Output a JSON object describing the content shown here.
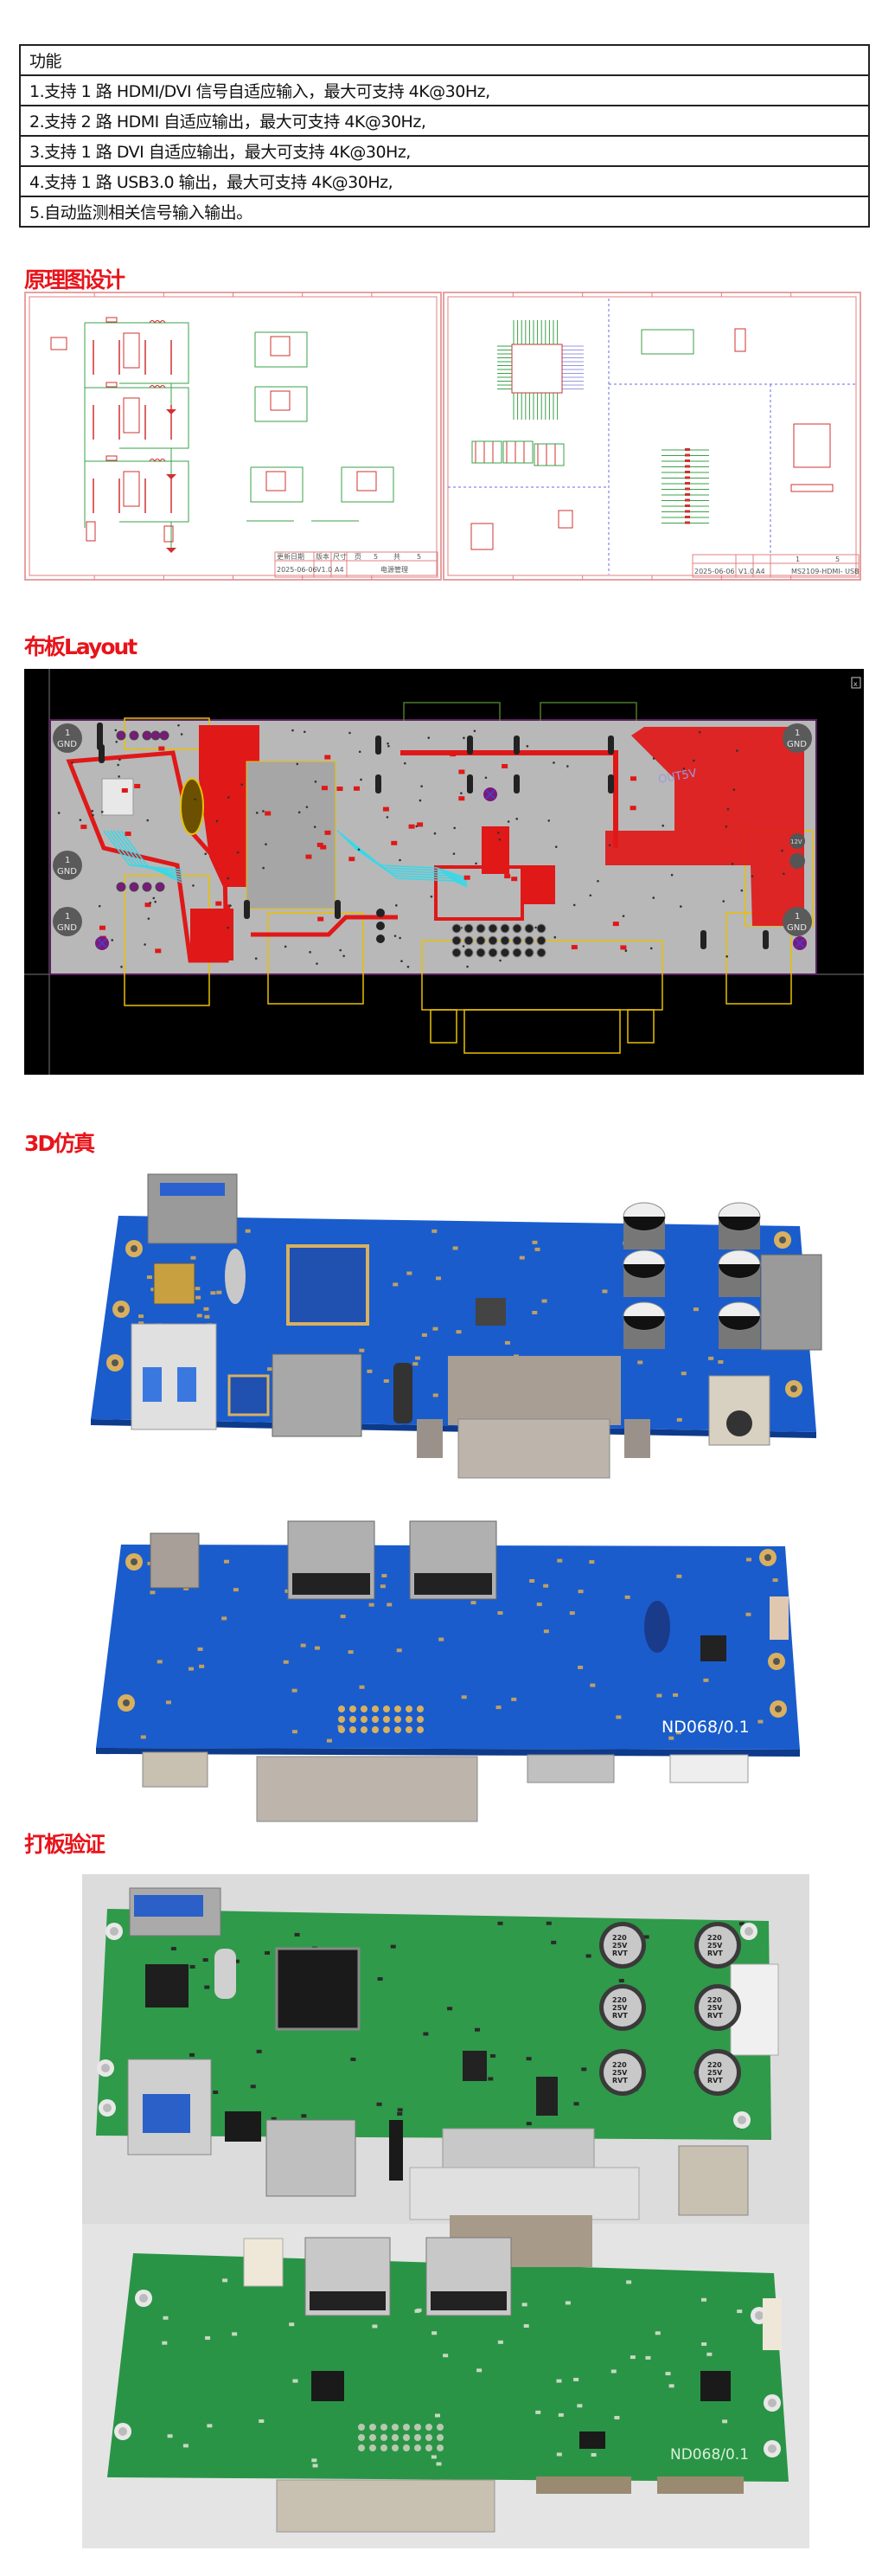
{
  "features": {
    "header": "功能",
    "items": [
      "1.支持 1 路 HDMI/DVI 信号自适应输入，最大可支持 4K@30Hz,",
      "2.支持 2 路 HDMI 自适应输出，最大可支持 4K@30Hz,",
      "3.支持 1 路 DVI 自适应输出，最大可支持 4K@30Hz,",
      "4.支持 1 路 USB3.0 输出，最大可支持 4K@30Hz,",
      "5.自动监测相关信号输入输出。"
    ]
  },
  "sections": {
    "schematic": "原理图设计",
    "layout": "布板Layout",
    "sim3d": "3D仿真",
    "proto": "打板验证"
  },
  "schematic": {
    "left": {
      "headers": [
        "更新日期",
        "版本",
        "尺寸",
        "页",
        "5",
        "共",
        "5"
      ],
      "date": "2025-06-06",
      "version": "V1.0",
      "size": "A4",
      "title": "电源管理"
    },
    "right": {
      "page": "1",
      "total": "5",
      "date": "2025-06-06",
      "version": "V1.0",
      "size": "A4",
      "title": "MS2109-HDMI- USB"
    }
  },
  "layout": {
    "gnd_label": "GND",
    "pin_label": "1",
    "out_label": "OUT5V",
    "v12_label": "12V"
  },
  "board_3d": {
    "silkscreen": "ND068/0.1"
  },
  "photo": {
    "silkscreen": "ND068/0.1",
    "cap_label": [
      "220",
      "25V",
      "RVT"
    ]
  },
  "colors": {
    "heading": "#e8141b",
    "pcb_3d": "#1a5ccc",
    "pcb_photo": "#2f9a4a",
    "layout_copper": "#e01818"
  }
}
